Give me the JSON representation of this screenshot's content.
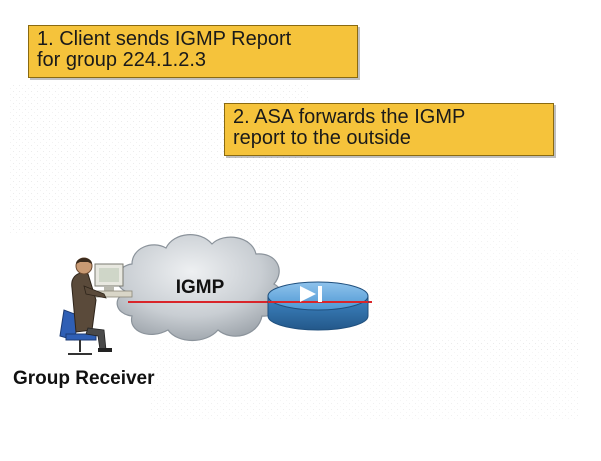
{
  "callouts": [
    {
      "line1": "1. Client sends IGMP Report",
      "line2": "for group 224.1.2.3"
    },
    {
      "line1": "2. ASA forwards the IGMP",
      "line2": "report to the outside"
    }
  ],
  "cloud": {
    "label": "IGMP"
  },
  "receiver": {
    "label": "Group Receiver"
  },
  "colors": {
    "callout_fill": "#f5c33b",
    "link_line": "#d9252a",
    "cloud_fill": "#c9ced3",
    "asa_body": "#3f86c4"
  }
}
